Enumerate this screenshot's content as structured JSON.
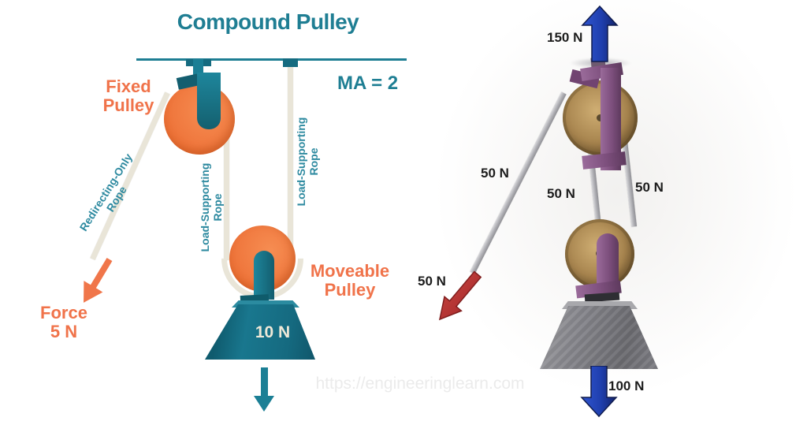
{
  "title": "Compound Pulley",
  "left_diagram": {
    "mechanical_advantage_label": "MA = 2",
    "fixed_pulley_label": "Fixed\nPulley",
    "moveable_pulley_label": "Moveable\nPulley",
    "force_label": "Force\n5 N",
    "redirecting_rope_label": "Redirecting-Only Rope",
    "load_rope_label_left": "Load-Supporting Rope",
    "load_rope_label_right": "Load-Supporting Rope",
    "weight_label": "10 N"
  },
  "right_diagram": {
    "applied_force_label": "150 N",
    "tension_labels": [
      "50 N",
      "50 N",
      "50 N"
    ],
    "pull_force_label": "50 N",
    "load_label": "100 N"
  },
  "watermark": "https://engineeringlearn.com",
  "colors": {
    "teal": "#1e7e93",
    "orange": "#f0734a",
    "cream_rope": "#e9e5d8",
    "wood": "#a8854f",
    "purple": "#7d4f7d",
    "rope_gray": "#adadb2",
    "arrow_blue": "#2340b0",
    "arrow_red": "#b23232",
    "stone_gray": "#7e7e84",
    "label_black": "#1c1c1c"
  }
}
